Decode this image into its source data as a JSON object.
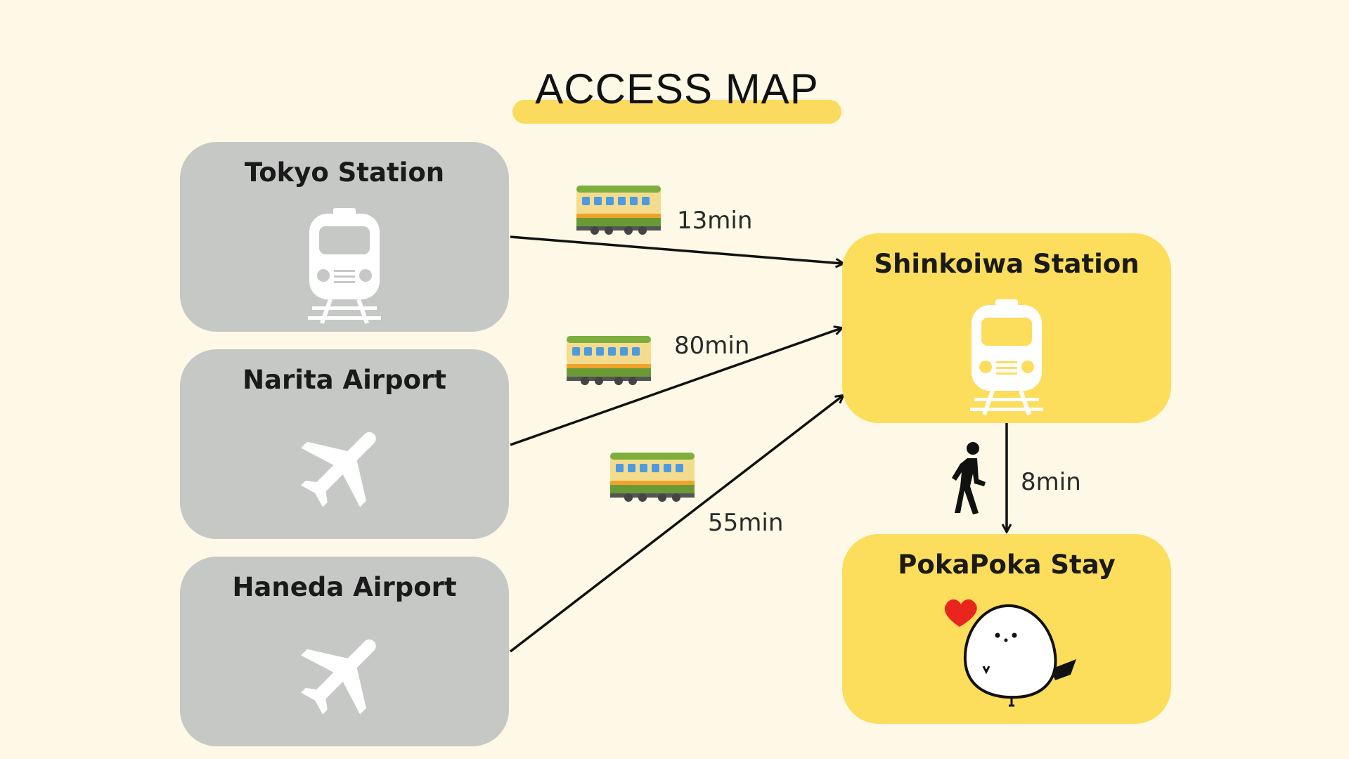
{
  "title": "ACCESS MAP",
  "nodes": {
    "tokyo": {
      "label": "Tokyo Station",
      "icon": "train-icon"
    },
    "narita": {
      "label": "Narita Airport",
      "icon": "airplane-icon"
    },
    "haneda": {
      "label": "Haneda Airport",
      "icon": "airplane-icon"
    },
    "shinkoiwa": {
      "label": "Shinkoiwa Station",
      "icon": "train-icon"
    },
    "pokapoka": {
      "label": "PokaPoka Stay",
      "icon": "bird-mascot-icon"
    }
  },
  "routes": {
    "tokyo": {
      "duration": "13min",
      "mode_icon": "train-emoji-icon"
    },
    "narita": {
      "duration": "80min",
      "mode_icon": "train-emoji-icon"
    },
    "haneda": {
      "duration": "55min",
      "mode_icon": "train-emoji-icon"
    },
    "walk": {
      "duration": "8min",
      "mode_icon": "walking-person-icon"
    }
  },
  "colors": {
    "background": "#FDF9E6",
    "gray_node": "#C6C8C6",
    "yellow_node": "#FCDD5C",
    "title_highlight": "#FBDB5E",
    "heart": "#E8261E"
  }
}
